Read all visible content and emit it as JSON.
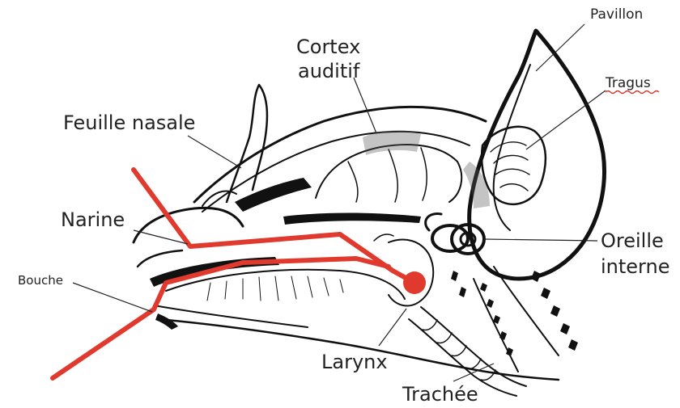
{
  "labels": {
    "pavillon": "Pavillon",
    "cortex_line1": "Cortex",
    "cortex_line2": "auditif",
    "tragus": "Tragus",
    "feuille_nasale": "Feuille nasale",
    "narine": "Narine",
    "bouche": "Bouche",
    "oreille_line1": "Oreille",
    "oreille_line2": "interne",
    "larynx": "Larynx",
    "trachee": "Trachée"
  },
  "colors": {
    "sound_path": "#e03a2e",
    "ink": "#111111",
    "spellcheck_underline": "#d23b2e"
  },
  "icons": {
    "sound_path": "red-sound-path-lines",
    "larynx_marker": "red-dot"
  }
}
